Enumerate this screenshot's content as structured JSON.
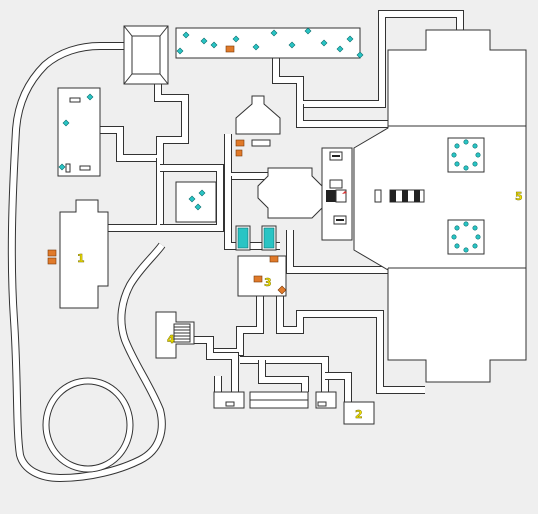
{
  "map": {
    "background": "#efefef",
    "wall_color": "#333333",
    "floor_color": "#ffffff",
    "pickup_color": "#29c4c4",
    "object_color": "#e07a2a",
    "label_color": "#f0e000"
  },
  "locations": [
    {
      "id": "loc-1",
      "label": "1"
    },
    {
      "id": "loc-2",
      "label": "2"
    },
    {
      "id": "loc-3",
      "label": "3"
    },
    {
      "id": "loc-4",
      "label": "4"
    },
    {
      "id": "loc-5",
      "label": "5"
    }
  ]
}
